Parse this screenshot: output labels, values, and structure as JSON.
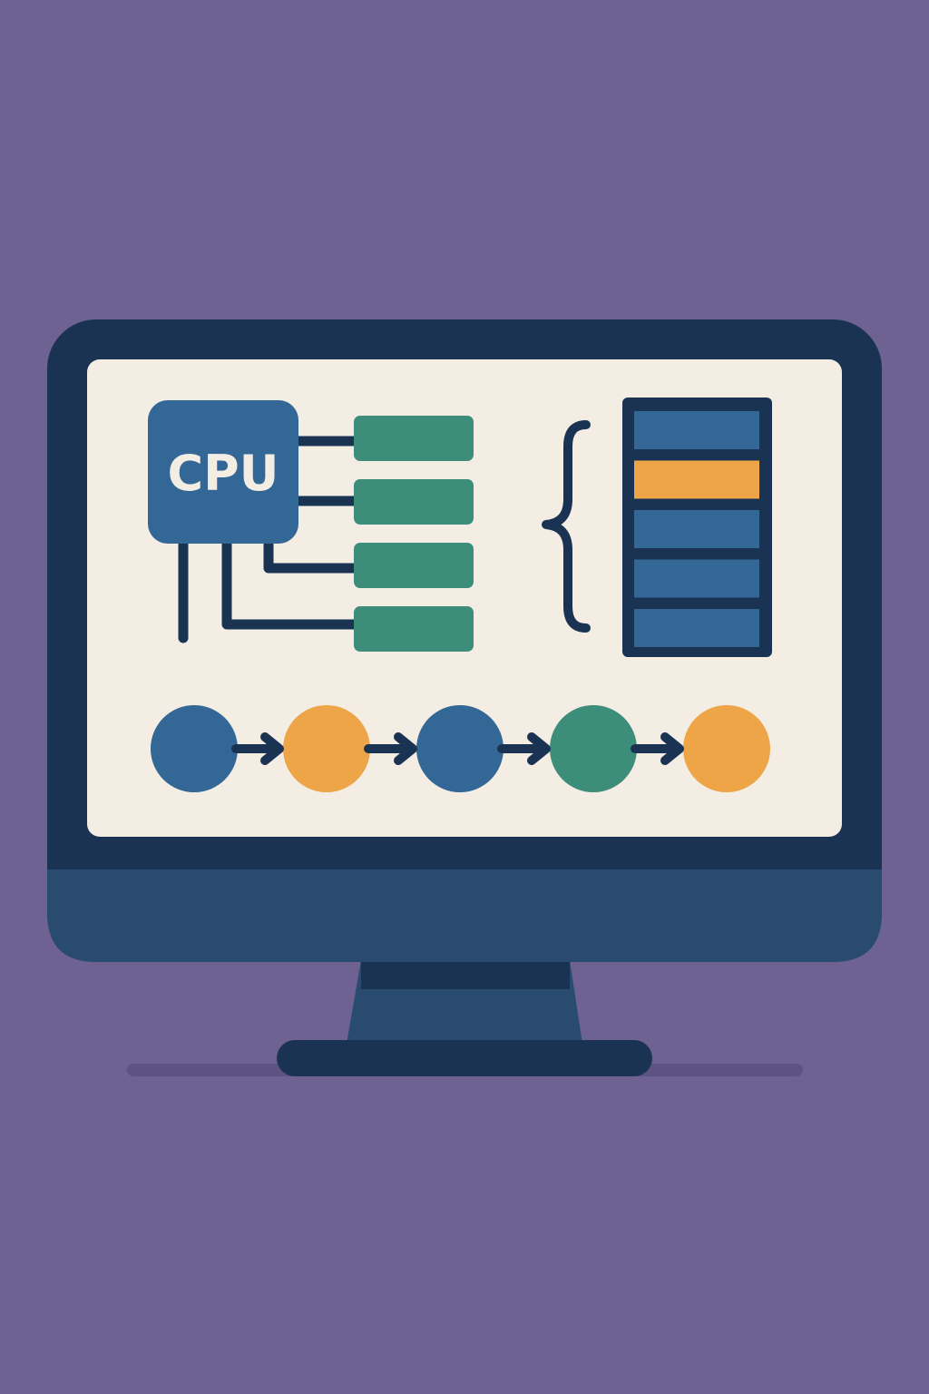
{
  "colors": {
    "background": "#6d6292",
    "monitor_bezel": "#1b3353",
    "monitor_chin": "#2a4b70",
    "screen": "#f3ede4",
    "blue": "#326796",
    "green": "#3d8d7b",
    "orange": "#eea548",
    "navy": "#1b3353",
    "shadow": "#5d5382"
  },
  "cpu": {
    "label": "CPU",
    "icon": "cpu-chip-icon"
  },
  "registers": {
    "count": 4,
    "color": "green"
  },
  "memory": {
    "cells": [
      "blue",
      "orange",
      "blue",
      "blue",
      "blue"
    ],
    "highlighted_index": 1,
    "bracket_icon": "left-curly-brace-icon"
  },
  "pipeline": {
    "nodes": [
      "blue",
      "orange",
      "blue",
      "green",
      "orange"
    ],
    "connector_icon": "arrow-right-icon"
  }
}
